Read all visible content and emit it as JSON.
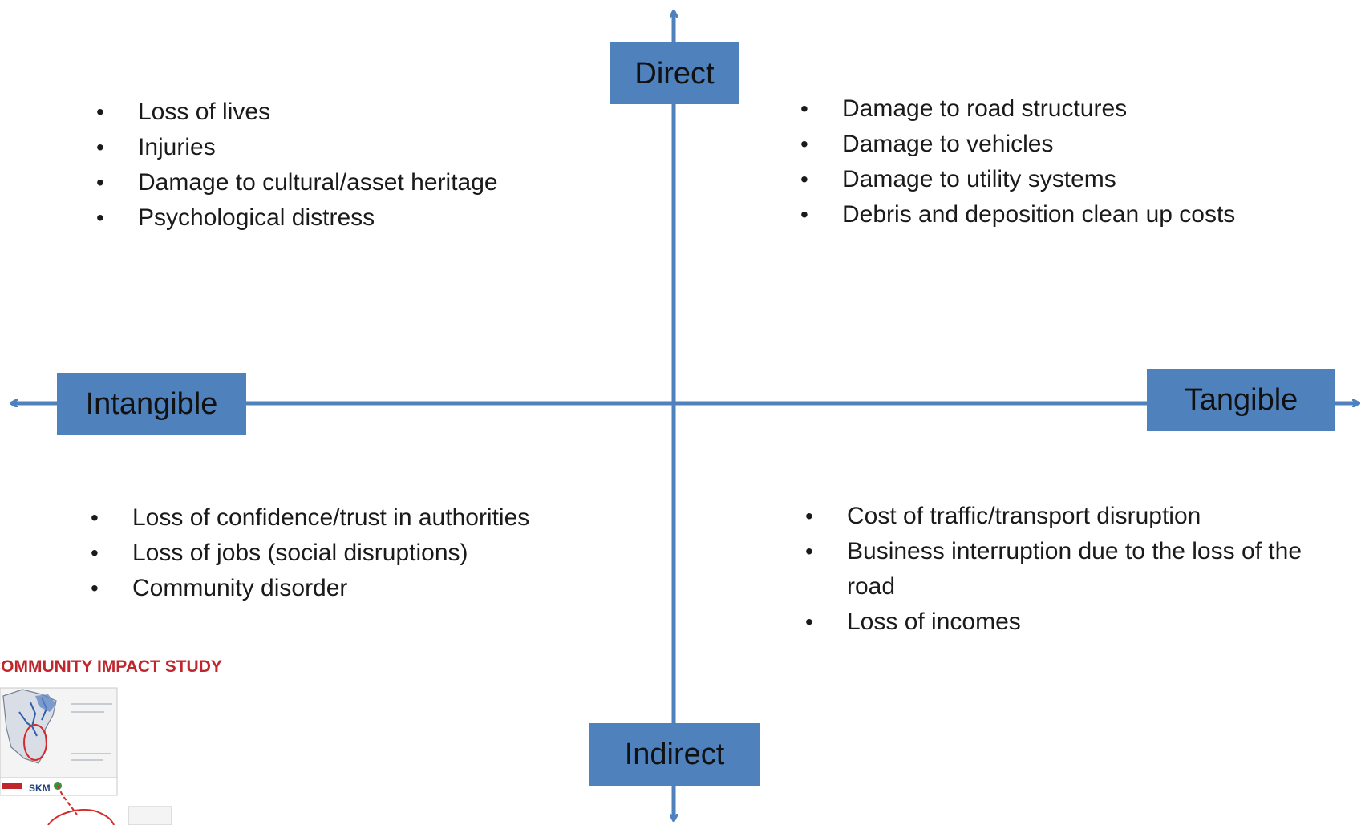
{
  "axes": {
    "top": "Direct",
    "bottom": "Indirect",
    "left": "Intangible",
    "right": "Tangible"
  },
  "quadrants": {
    "top_left": [
      "Loss of lives",
      "Injuries",
      "Damage to cultural/asset heritage",
      "Psychological distress"
    ],
    "top_right": [
      "Damage to road structures",
      "Damage to vehicles",
      "Damage to utility systems",
      "Debris and deposition clean up costs"
    ],
    "bottom_left": [
      "Loss of confidence/trust in authorities",
      "Loss of jobs (social disruptions)",
      "Community disorder"
    ],
    "bottom_right": [
      "Cost of traffic/transport disruption",
      "Business interruption due to the loss of the road",
      "Loss of incomes"
    ]
  },
  "thumbnail": {
    "title": "COMMUNITY IMPACT STUDY",
    "logo_text": "SKM"
  },
  "colors": {
    "axis": "#4f81bd",
    "thumbnail_title": "#c0272d"
  }
}
